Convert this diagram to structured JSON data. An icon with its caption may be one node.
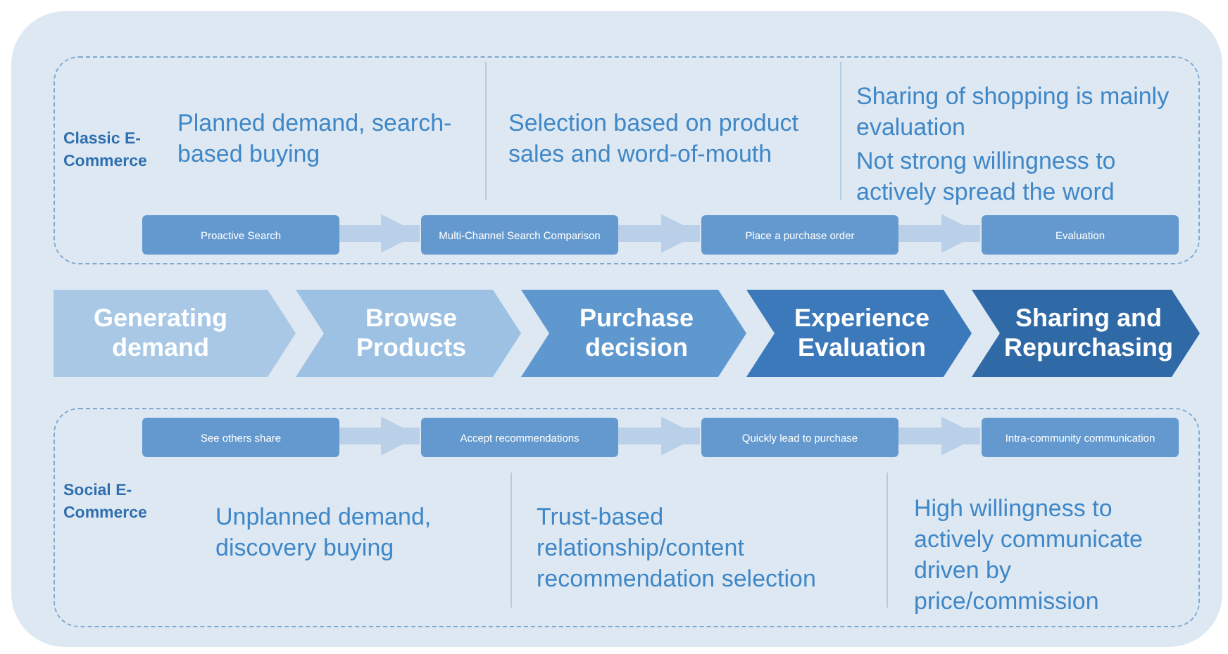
{
  "diagram": {
    "nodes": [
      {
        "text": [
          "Classic E-Commerce",
          "Planned demand, search-based buying",
          "Selection based on product sales and word-of-mouth",
          "Sharing of shopping is mainly evaluation",
          "Not strong willingness to actively spread the word"
        ]
      },
      {
        "text": [
          "Proactive Search"
        ],
        "in": 0
      },
      {
        "text": [
          "Multi-Channel Search Comparison"
        ],
        "in": 0
      },
      {
        "text": [
          "Place a purchase order"
        ],
        "in": 0
      },
      {
        "text": [
          "Evaluation"
        ],
        "in": 0
      },
      {
        "text": [
          "Generating demand"
        ]
      },
      {
        "text": [
          "Browse Products"
        ]
      },
      {
        "text": [
          "Purchase decision"
        ]
      },
      {
        "text": [
          "Experience Evaluation"
        ]
      },
      {
        "text": [
          "Sharing and Repurchasing"
        ]
      },
      {
        "text": [
          "Social E-Commerce",
          "Unplanned demand, discovery buying",
          "Trust-based relationship/content recommendation selection",
          "High willingness to actively communicate driven by price/commission"
        ]
      },
      {
        "text": [
          "See others share"
        ],
        "in": 10
      },
      {
        "text": [
          "Accept recommendations"
        ],
        "in": 10
      },
      {
        "text": [
          "Quickly lead to purchase"
        ],
        "in": 10
      },
      {
        "text": [
          "Intra-community communication"
        ],
        "in": 10
      }
    ],
    "edges": [
      {
        "from": 1,
        "to": 2,
        "arrow": "to"
      },
      {
        "from": 2,
        "to": 3,
        "arrow": "to"
      },
      {
        "from": 3,
        "to": 4,
        "arrow": "to"
      },
      {
        "from": 11,
        "to": 12,
        "arrow": "to"
      },
      {
        "from": 12,
        "to": 13,
        "arrow": "to"
      },
      {
        "from": 13,
        "to": 14,
        "arrow": "to"
      }
    ]
  }
}
